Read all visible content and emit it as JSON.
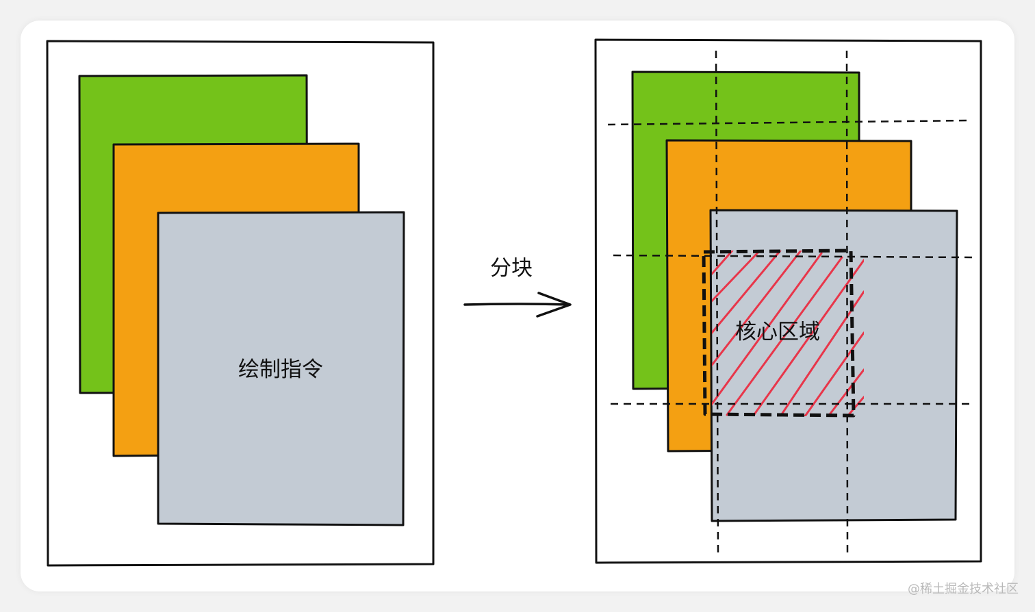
{
  "diagram": {
    "left_panel": {
      "layers": [
        {
          "name": "green-layer",
          "color": "#74c21a"
        },
        {
          "name": "orange-layer",
          "color": "#f4a012"
        },
        {
          "name": "gray-layer",
          "color": "#c3cbd4"
        }
      ],
      "label": "绘制指令"
    },
    "arrow": {
      "label": "分块"
    },
    "right_panel": {
      "layers": [
        {
          "name": "green-layer",
          "color": "#74c21a"
        },
        {
          "name": "orange-layer",
          "color": "#f4a012"
        },
        {
          "name": "gray-layer",
          "color": "#c3cbd4"
        }
      ],
      "core_area": {
        "label": "核心区域",
        "hatch_color": "#e8364a"
      }
    },
    "stroke_color": "#111111"
  },
  "watermark": "@稀土掘金技术社区"
}
